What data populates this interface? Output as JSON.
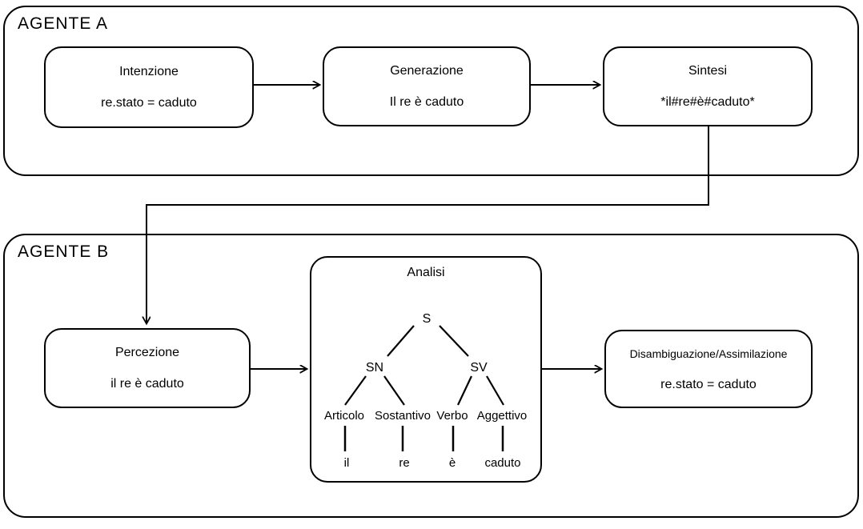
{
  "colors": {
    "line": "#000000",
    "background": "#ffffff",
    "text": "#000000"
  },
  "agent_a": {
    "label": "AGENTE A",
    "nodes": [
      {
        "title": "Intenzione",
        "content": "re.stato = caduto"
      },
      {
        "title": "Generazione",
        "content": "Il re è caduto"
      },
      {
        "title": "Sintesi",
        "content": "*il#re#è#caduto*"
      }
    ]
  },
  "agent_b": {
    "label": "AGENTE B",
    "nodes": [
      {
        "title": "Percezione",
        "content": "il re è caduto"
      },
      {
        "title": "Disambiguazione/Assimilazione",
        "content": "re.stato = caduto"
      }
    ],
    "analysis": {
      "title": "Analisi",
      "tree": {
        "root": "S",
        "noun_phrase": "SN",
        "verb_phrase": "SV",
        "pos": [
          "Articolo",
          "Sostantivo",
          "Verbo",
          "Aggettivo"
        ],
        "words": [
          "il",
          "re",
          "è",
          "caduto"
        ]
      }
    }
  }
}
